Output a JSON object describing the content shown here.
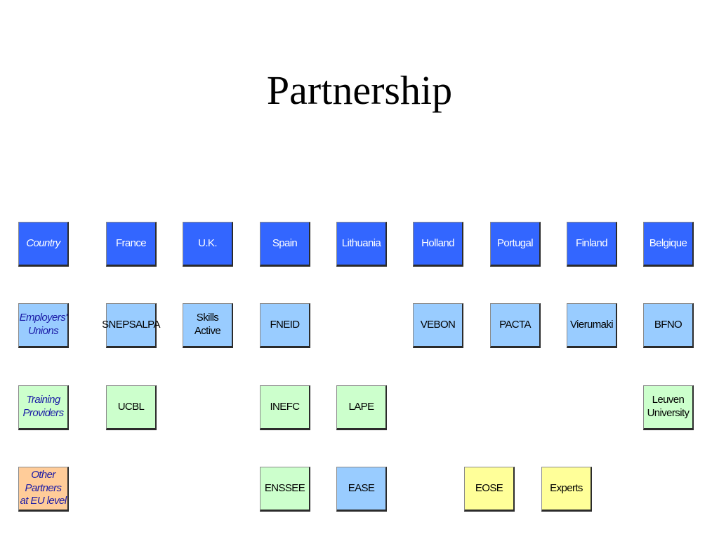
{
  "title": "Partnership",
  "colors": {
    "country": "#3366ff",
    "employers_unions": "#99ccff",
    "training_providers": "#ccffcc",
    "other_partners": "#ffcc99",
    "experts_eose": "#ffff99"
  },
  "rows": {
    "country": {
      "header": "Country",
      "cells": [
        "France",
        "U.K.",
        "Spain",
        "Lithuania",
        "Holland",
        "Portugal",
        "Finland",
        "Belgique"
      ]
    },
    "employers": {
      "header_line1": "Employers'",
      "header_line2": "Unions",
      "snepsalpa": "SNEPSALPA",
      "skills_active": "Skills Active",
      "fneid": "FNEID",
      "vebon": "VEBON",
      "pacta": "PACTA",
      "vierumaki": "Vierumaki",
      "bfno": "BFNO"
    },
    "training": {
      "header_line1": "Training",
      "header_line2": "Providers",
      "ucbl": "UCBL",
      "inefc": "INEFC",
      "lape": "LAPE",
      "leuven_line1": "Leuven",
      "leuven_line2": "University"
    },
    "other": {
      "header_line1": "Other Partners",
      "header_line2": "at EU level",
      "enssee": "ENSSEE",
      "ease": "EASE",
      "eose": "EOSE",
      "experts": "Experts"
    }
  }
}
